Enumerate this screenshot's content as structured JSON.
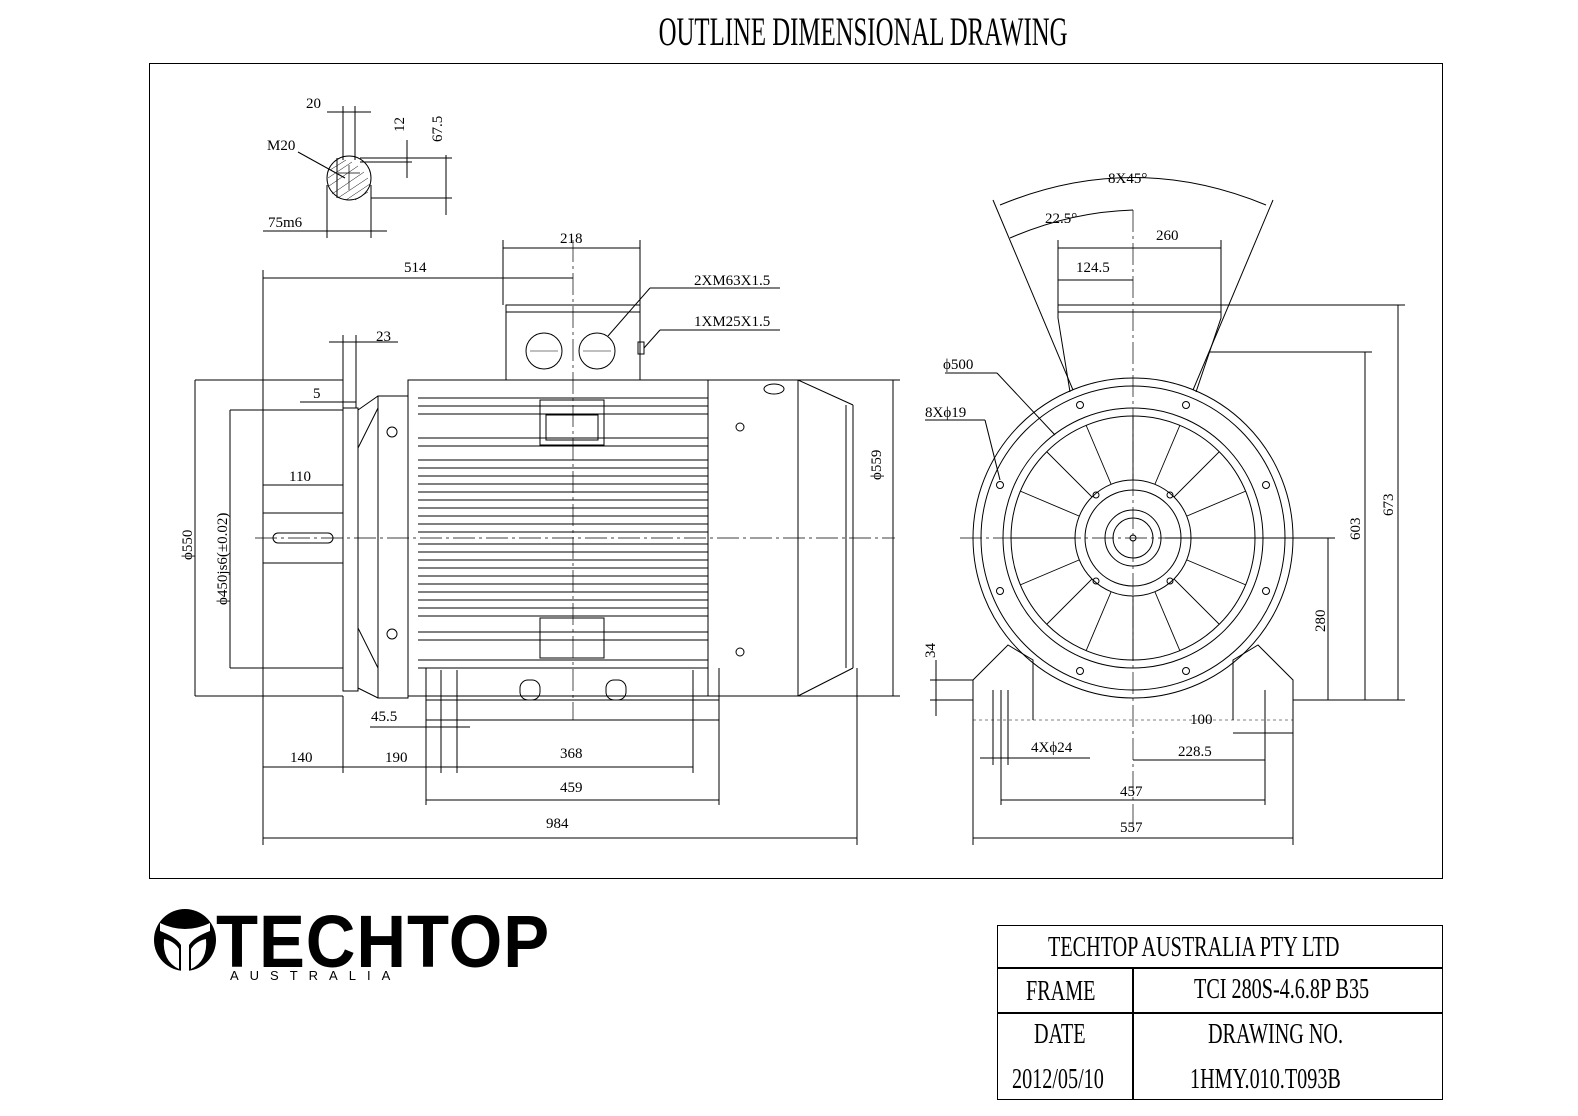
{
  "title": "OUTLINE DIMENSIONAL DRAWING",
  "dimensions": {
    "shaft_key_width": "20",
    "shaft_key_depth": "12",
    "shaft_height": "67.5",
    "thread": "M20",
    "shaft_dia": "75m6",
    "terminal_box_width": "218",
    "tb_position": "514",
    "gland_main": "2XM63X1.5",
    "gland_aux": "1XM25X1.5",
    "flange_spigot": "23",
    "flange_thickness": "5",
    "key_length": "110",
    "flange_dia": "ϕ550",
    "spigot_dia": "ϕ450js6(±0.02)",
    "body_dia": "ϕ559",
    "foot_end": "45.5",
    "shaft_length": "140",
    "shaft_to_foot": "190",
    "foot_holes_axial": "368",
    "foot_length": "459",
    "overall_length": "984",
    "bolt_angle": "8X45°",
    "bolt_offset_angle": "22.5°",
    "tb_half_width": "260",
    "tb_offset": "124.5",
    "pcd": "ϕ500",
    "flange_holes": "8Xϕ19",
    "shaft_height_axis": "280",
    "height_tb_top": "603",
    "overall_height": "673",
    "foot_thickness": "34",
    "foot_width": "100",
    "foot_holes": "4Xϕ24",
    "half_foot_span": "228.5",
    "foot_span": "457",
    "overall_width": "557"
  },
  "logo": {
    "word": "TECHTOP",
    "sub": "AUSTRALIA"
  },
  "title_block": {
    "company": "TECHTOP AUSTRALIA PTY LTD",
    "frame_label": "FRAME",
    "frame_value": "TCI 280S-4.6.8P B35",
    "date_label": "DATE",
    "drawing_no_label": "DRAWING NO.",
    "date_value": "2012/05/10",
    "drawing_no_value": "1HMY.010.T093B"
  }
}
